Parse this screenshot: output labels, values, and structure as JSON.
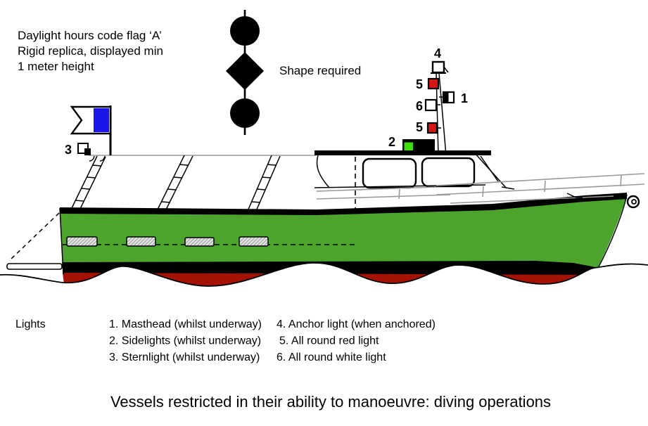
{
  "diagram_title": "Vessels restricted in their ability to manoeuvre: diving operations",
  "flag_note": {
    "line1": "Daylight hours code flag ‘A’",
    "line2": "Rigid replica, displayed min",
    "line3": "1 meter height"
  },
  "shape": {
    "label": "Shape required"
  },
  "markers": {
    "anchor_light": "4",
    "all_round_red_upper": "5",
    "masthead_light": "1",
    "all_round_white": "6",
    "all_round_red_lower": "5",
    "sidelight": "2",
    "sternlight": "3"
  },
  "legend": {
    "title": "Lights",
    "column1": [
      "1. Masthead (whilst underway)",
      "2. Sidelights (whilst underway)",
      "3. Sternlight (whilst underway)"
    ],
    "column2": [
      "4. Anchor light (when anchored)",
      "5. All round red light",
      "6. All round white light"
    ]
  },
  "colors": {
    "hull_green": "#4CA42D",
    "hull_bottom_red": "#A51205",
    "signal_red": "#D81515",
    "signal_green": "#3FDE08",
    "flag_blue": "#1B15E8"
  }
}
